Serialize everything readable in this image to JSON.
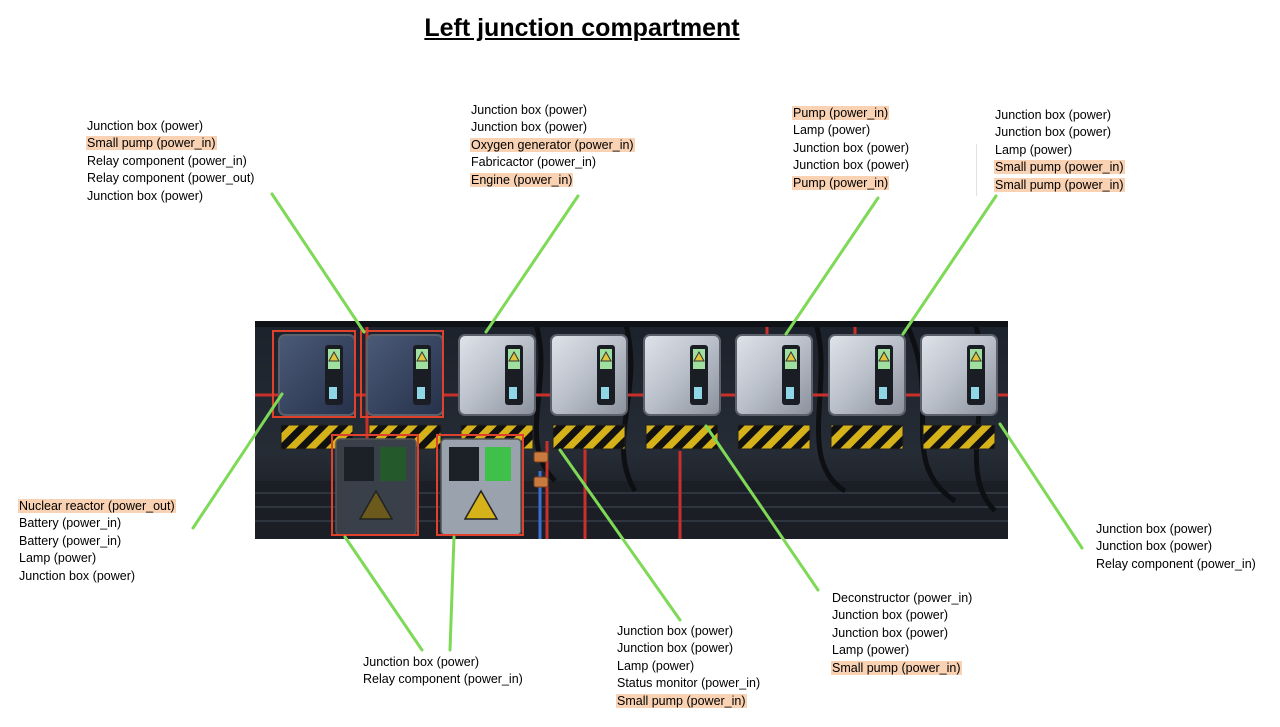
{
  "title": "Left junction compartment",
  "colors": {
    "connector": "#7ed957",
    "highlight": "#f9d2b3",
    "box_outline": "#e0412c"
  },
  "label_groups": [
    {
      "name": "top-left",
      "lines": [
        {
          "text": "Junction box (power)",
          "hl": false
        },
        {
          "text": "Small pump (power_in)",
          "hl": true
        },
        {
          "text": "Relay component (power_in)",
          "hl": false
        },
        {
          "text": "Relay component (power_out)",
          "hl": false
        },
        {
          "text": "Junction box (power)",
          "hl": false
        }
      ]
    },
    {
      "name": "top-center",
      "lines": [
        {
          "text": "Junction box (power)",
          "hl": false
        },
        {
          "text": "Junction box (power)",
          "hl": false
        },
        {
          "text": "Oxygen generator (power_in)",
          "hl": true
        },
        {
          "text": "Fabricactor (power_in)",
          "hl": false
        },
        {
          "text": "Engine (power_in)",
          "hl": true
        }
      ]
    },
    {
      "name": "top-right-a",
      "lines": [
        {
          "text": "Pump (power_in)",
          "hl": true
        },
        {
          "text": "Lamp (power)",
          "hl": false
        },
        {
          "text": "Junction box (power)",
          "hl": false
        },
        {
          "text": "Junction box (power)",
          "hl": false
        },
        {
          "text": "Pump (power_in)",
          "hl": true
        }
      ]
    },
    {
      "name": "top-right-b",
      "lines": [
        {
          "text": "Junction box (power)",
          "hl": false
        },
        {
          "text": "Junction box (power)",
          "hl": false
        },
        {
          "text": "Lamp (power)",
          "hl": false
        },
        {
          "text": "Small pump (power_in)",
          "hl": true
        },
        {
          "text": "Small pump (power_in)",
          "hl": true
        }
      ]
    },
    {
      "name": "left",
      "lines": [
        {
          "text": "Nuclear reactor (power_out)",
          "hl": true
        },
        {
          "text": "Battery (power_in)",
          "hl": false
        },
        {
          "text": "Battery (power_in)",
          "hl": false
        },
        {
          "text": "Lamp (power)",
          "hl": false
        },
        {
          "text": "Junction box (power)",
          "hl": false
        }
      ]
    },
    {
      "name": "right",
      "lines": [
        {
          "text": "Junction box (power)",
          "hl": false
        },
        {
          "text": "Junction box (power)",
          "hl": false
        },
        {
          "text": "Relay component (power_in)",
          "hl": false
        }
      ]
    },
    {
      "name": "bottom-left",
      "lines": [
        {
          "text": "Junction box (power)",
          "hl": false
        },
        {
          "text": "Relay component (power_in)",
          "hl": false
        }
      ]
    },
    {
      "name": "bottom-center",
      "lines": [
        {
          "text": "Junction box (power)",
          "hl": false
        },
        {
          "text": "Junction box (power)",
          "hl": false
        },
        {
          "text": "Lamp (power)",
          "hl": false
        },
        {
          "text": "Status monitor (power_in)",
          "hl": false
        },
        {
          "text": "Small pump (power_in)",
          "hl": true
        }
      ]
    },
    {
      "name": "bottom-right",
      "lines": [
        {
          "text": "Deconstructor (power_in)",
          "hl": false
        },
        {
          "text": "Junction box (power)",
          "hl": false
        },
        {
          "text": "Junction box (power)",
          "hl": false
        },
        {
          "text": "Lamp (power)",
          "hl": false
        },
        {
          "text": "Small pump (power_in)",
          "hl": true
        }
      ]
    }
  ]
}
